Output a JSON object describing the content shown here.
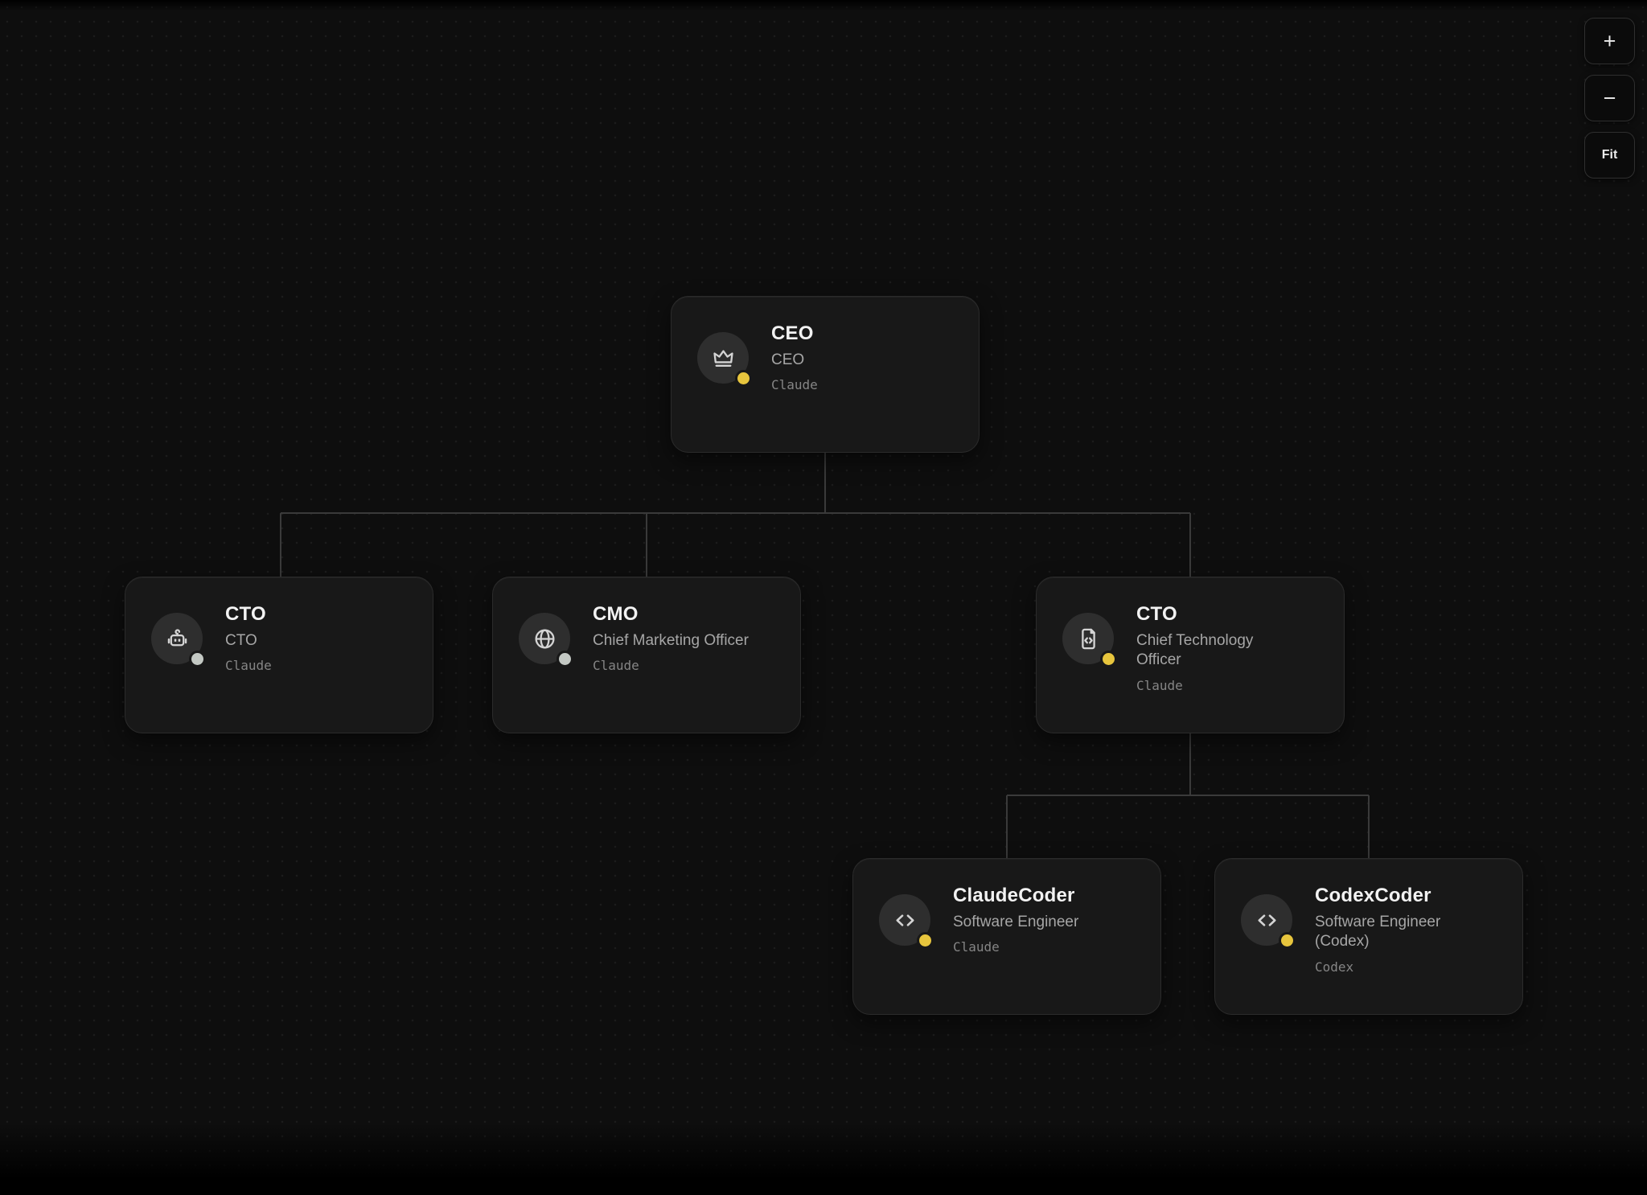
{
  "app": {
    "view": "org-chart-canvas"
  },
  "controls": {
    "zoom_in_label": "+",
    "zoom_out_label": "−",
    "fit_label": "Fit"
  },
  "colors": {
    "canvas_bg": "#0e0e0e",
    "card_bg": "#181818",
    "card_border": "#2b2b2b",
    "connector": "#3a3a3a",
    "title_text": "#f2f2f2",
    "role_text": "#a6a6a6",
    "agent_text": "#858585",
    "status_yellow": "#e7c53d",
    "status_gray": "#c3c8c3"
  },
  "nodes": {
    "ceo": {
      "title": "CEO",
      "role": "CEO",
      "agent": "Claude",
      "icon": "crown-icon",
      "status_color": "#e7c53d"
    },
    "cto_left": {
      "title": "CTO",
      "role": "CTO",
      "agent": "Claude",
      "icon": "robot-icon",
      "status_color": "#c3c8c3"
    },
    "cmo": {
      "title": "CMO",
      "role": "Chief Marketing Officer",
      "agent": "Claude",
      "icon": "globe-icon",
      "status_color": "#c3c8c3"
    },
    "cto_right": {
      "title": "CTO",
      "role": "Chief Technology Officer",
      "agent": "Claude",
      "icon": "file-code-icon",
      "status_color": "#e7c53d"
    },
    "claude_coder": {
      "title": "ClaudeCoder",
      "role": "Software Engineer",
      "agent": "Claude",
      "icon": "code-icon",
      "status_color": "#e7c53d"
    },
    "codex_coder": {
      "title": "CodexCoder",
      "role": "Software Engineer (Codex)",
      "agent": "Codex",
      "icon": "code-icon",
      "status_color": "#e7c53d"
    }
  },
  "edges": [
    {
      "from": "ceo",
      "to": "cto_left"
    },
    {
      "from": "ceo",
      "to": "cmo"
    },
    {
      "from": "ceo",
      "to": "cto_right"
    },
    {
      "from": "cto_right",
      "to": "claude_coder"
    },
    {
      "from": "cto_right",
      "to": "codex_coder"
    }
  ]
}
